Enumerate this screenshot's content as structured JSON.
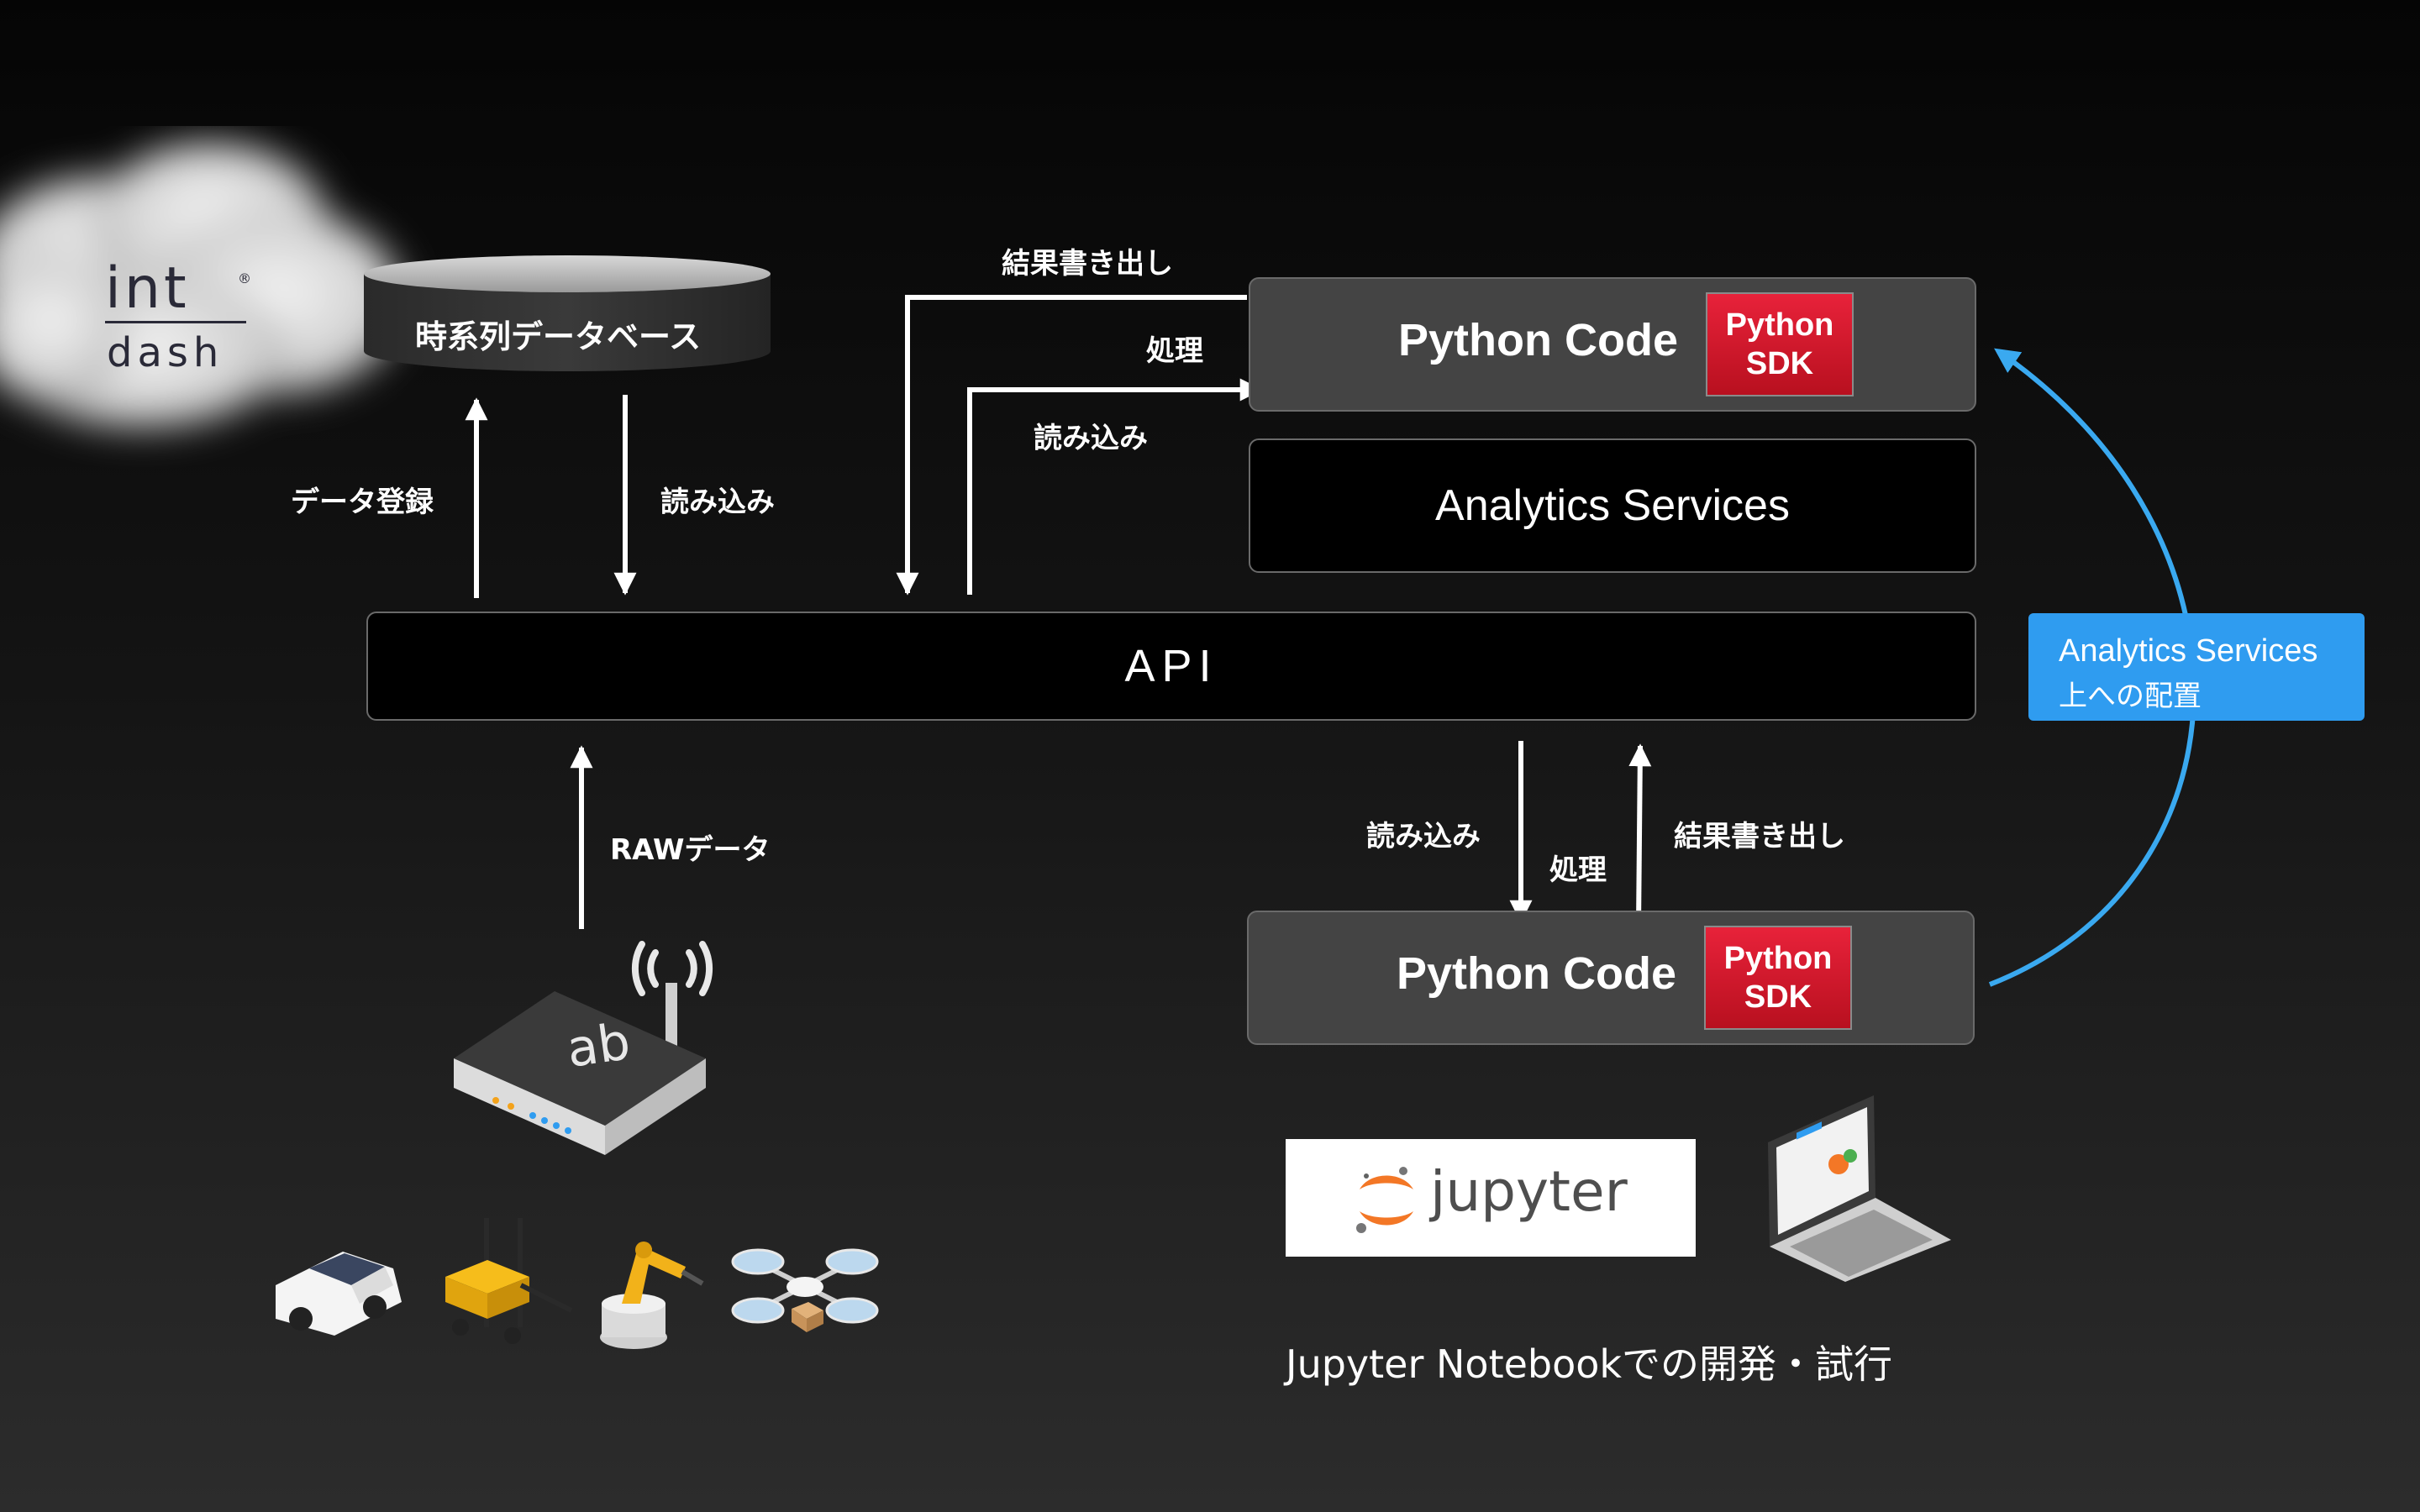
{
  "logo": {
    "line1": "int",
    "line2": "dash",
    "mark": "®"
  },
  "database": {
    "label": "時系列データベース"
  },
  "api": {
    "label": "API"
  },
  "analytics_panel": {
    "label": "Analytics Services"
  },
  "python_top": {
    "title": "Python Code",
    "sdk_line1": "Python",
    "sdk_line2": "SDK"
  },
  "python_bottom": {
    "title": "Python Code",
    "sdk_line1": "Python",
    "sdk_line2": "SDK"
  },
  "labels": {
    "data_register": "データ登録",
    "db_read": "読み込み",
    "top_write": "結果書き出し",
    "top_process": "処理",
    "top_read": "読み込み",
    "raw_data": "RAWデータ",
    "bottom_read": "読み込み",
    "bottom_process": "処理",
    "bottom_write": "結果書き出し"
  },
  "deploy_badge": {
    "line1": "Analytics Services",
    "line2": "上への配置"
  },
  "jupyter": {
    "wordmark": "jupyter",
    "caption": "Jupyter Notebookでの開発・試行"
  },
  "colors": {
    "accent_blue": "#3aa9f0",
    "sdk_red": "#d41a2f",
    "panel_grey": "#444444"
  },
  "icons": [
    "cloud-icon",
    "database-icon",
    "router-icon",
    "car-icon",
    "forklift-icon",
    "robot-arm-icon",
    "drone-icon",
    "jupyter-logo",
    "laptop-icon"
  ]
}
